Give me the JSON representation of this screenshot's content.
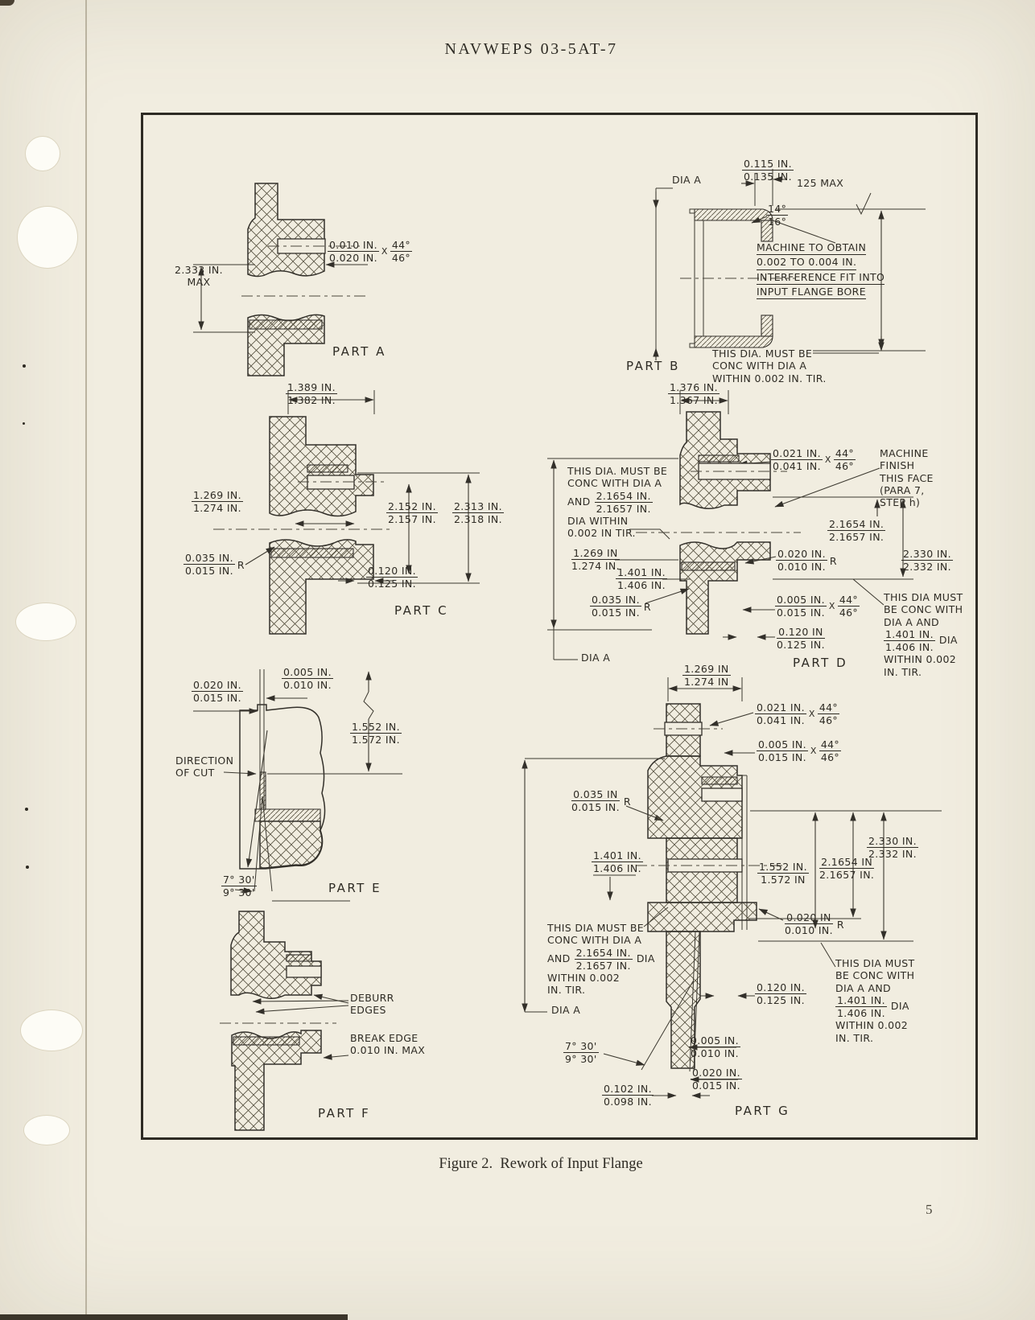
{
  "doc": {
    "header": "NAVWEPS 03-5AT-7",
    "caption": "Figure 2.  Rework of Input Flange",
    "page_number": "5"
  },
  "part_a": {
    "label": "PART A",
    "overall": {
      "top": "2.333 IN.",
      "bot": "MAX"
    },
    "chamfer": {
      "top": "0.010 IN.",
      "bot": "0.020 IN."
    },
    "x": "X",
    "angle": {
      "top": "44°",
      "bot": "46°"
    }
  },
  "part_b": {
    "label": "PART B",
    "dia_a": "DIA A",
    "wall": {
      "top": "0.115 IN.",
      "bot": "0.135 IN."
    },
    "finish": "125 MAX",
    "angle": {
      "top": "14°",
      "bot": "16°"
    },
    "machine_note": [
      "MACHINE TO OBTAIN",
      "0.002 TO 0.004 IN.",
      "INTERFERENCE FIT INTO",
      "INPUT FLANGE BORE"
    ],
    "conc_note": [
      "THIS DIA. MUST BE",
      "CONC WITH DIA A",
      "WITHIN 0.002 IN. TIR."
    ]
  },
  "part_c": {
    "label": "PART C",
    "width": {
      "top": "1.389 IN.",
      "bot": "1.382 IN."
    },
    "bore": {
      "top": "1.269 IN.",
      "bot": "1.274 IN."
    },
    "dia_inner": {
      "top": "2.152 IN.",
      "bot": "2.157 IN."
    },
    "dia_outer": {
      "top": "2.313 IN.",
      "bot": "2.318 IN."
    },
    "radius": {
      "top": "0.035 IN.",
      "bot": "0.015 IN."
    },
    "r": "R",
    "depth": {
      "top": "0.120 IN.",
      "bot": "0.125 IN."
    }
  },
  "part_d": {
    "label": "PART D",
    "width": {
      "top": "1.376 IN.",
      "bot": "1.367 IN."
    },
    "conc_note_1": [
      "THIS DIA. MUST BE",
      "CONC WITH DIA A"
    ],
    "and": "AND",
    "conc_frac_1": {
      "top": "2.1654 IN.",
      "bot": "2.1657 IN."
    },
    "conc_note_1b": [
      "DIA WITHIN",
      "0.002 IN TIR."
    ],
    "bore": {
      "top": "1.269 IN",
      "bot": "1.274 IN."
    },
    "dia": {
      "top": "1.401 IN.",
      "bot": "1.406 IN."
    },
    "radius": {
      "top": "0.035 IN.",
      "bot": "0.015 IN."
    },
    "r": "R",
    "chamfer1": {
      "top": "0.021 IN.",
      "bot": "0.041 IN."
    },
    "x": "X",
    "angle1": {
      "top": "44°",
      "bot": "46°"
    },
    "machine_note": [
      "MACHINE",
      "FINISH",
      "THIS FACE",
      "(PARA 7,",
      "STEP h)"
    ],
    "pilot": {
      "top": "2.1654 IN.",
      "bot": "2.1657 IN."
    },
    "radius2": {
      "top": "0.020 IN.",
      "bot": "0.010 IN."
    },
    "od": {
      "top": "2.330 IN.",
      "bot": "2.332 IN."
    },
    "chamfer2": {
      "top": "0.005 IN.",
      "bot": "0.015 IN."
    },
    "angle2": {
      "top": "44°",
      "bot": "46°"
    },
    "depth": {
      "top": "0.120 IN",
      "bot": "0.125 IN."
    },
    "conc_note_2": [
      "THIS DIA MUST",
      "BE CONC WITH",
      "DIA A AND"
    ],
    "conc_frac_2": {
      "top": "1.401 IN.",
      "bot": "1.406 IN."
    },
    "dia_word": "DIA",
    "conc_note_2b": [
      "WITHIN 0.002",
      "IN. TIR."
    ],
    "dia_a": "DIA A"
  },
  "part_e": {
    "label": "PART E",
    "gap1": {
      "top": "0.005 IN.",
      "bot": "0.010 IN."
    },
    "gap2": {
      "top": "0.020 IN.",
      "bot": "0.015 IN."
    },
    "direction": [
      "DIRECTION",
      "OF CUT"
    ],
    "depth": {
      "top": "1.552 IN.",
      "bot": "1.572 IN."
    },
    "angle": {
      "top": "7° 30'",
      "bot": "9° 30'"
    }
  },
  "part_f": {
    "label": "PART F",
    "deburr": [
      "DEBURR",
      "EDGES"
    ],
    "break_edge": [
      "BREAK EDGE",
      "0.010 IN. MAX"
    ]
  },
  "part_g": {
    "label": "PART G",
    "bore": {
      "top": "1.269 IN",
      "bot": "1.274 IN"
    },
    "chamfer1": {
      "top": "0.021 IN.",
      "bot": "0.041 IN."
    },
    "x": "X",
    "angle1": {
      "top": "44°",
      "bot": "46°"
    },
    "chamfer2": {
      "top": "0.005 IN.",
      "bot": "0.015 IN."
    },
    "angle2": {
      "top": "44°",
      "bot": "46°"
    },
    "radius1": {
      "top": "0.035 IN",
      "bot": "0.015 IN."
    },
    "r": "R",
    "dia1": {
      "top": "1.401 IN.",
      "bot": "1.406 IN."
    },
    "depth1": {
      "top": "1.552 IN.",
      "bot": "1.572 IN"
    },
    "pilot": {
      "top": "2.1654 IN",
      "bot": "2.1657 IN."
    },
    "od": {
      "top": "2.330 IN.",
      "bot": "2.332 IN."
    },
    "radius2": {
      "top": "0.020 IN",
      "bot": "0.010 IN."
    },
    "conc_note_1": [
      "THIS DIA MUST BE",
      "CONC WITH DIA A"
    ],
    "and": "AND",
    "conc_frac_1": {
      "top": "2.1654 IN.",
      "bot": "2.1657 IN."
    },
    "dia_word": "DIA",
    "conc_note_1b": [
      "WITHIN 0.002",
      "IN. TIR."
    ],
    "dia_a": "DIA A",
    "angle3": {
      "top": "7° 30'",
      "bot": "9° 30'"
    },
    "gap1": {
      "top": "0.005 IN.",
      "bot": "0.010 IN."
    },
    "gap2": {
      "top": "0.020 IN.",
      "bot": "0.015 IN."
    },
    "slot": {
      "top": "0.102 IN.",
      "bot": "0.098 IN."
    },
    "depth2": {
      "top": "0.120 IN.",
      "bot": "0.125 IN."
    },
    "conc_note_2": [
      "THIS DIA MUST",
      "BE CONC WITH",
      "DIA A AND"
    ],
    "conc_frac_2": {
      "top": "1.401 IN.",
      "bot": "1.406 IN."
    },
    "conc_note_2b": [
      "WITHIN 0.002",
      "IN. TIR."
    ]
  }
}
